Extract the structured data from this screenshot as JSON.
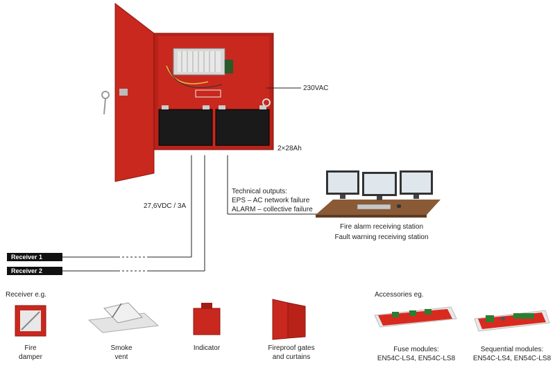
{
  "labels": {
    "power_in": "230VAC",
    "battery": "2×28Ah",
    "output_voltage": "27,6VDC / 3A",
    "tech_outputs": [
      "Technical outputs:",
      "EPS – AC network failure",
      "ALARM – collective failure"
    ],
    "station": [
      "Fire alarm receiving station",
      "Fault warning receiving station"
    ]
  },
  "receivers": [
    "Receiver 1",
    "Receiver 2"
  ],
  "receiver_examples": {
    "heading": "Receiver e.g.",
    "items": [
      {
        "caption": [
          "Fire",
          "damper"
        ],
        "icon": "fire-damper-icon"
      },
      {
        "caption": [
          "Smoke",
          "vent"
        ],
        "icon": "smoke-vent-icon"
      },
      {
        "caption": [
          "Indicator"
        ],
        "icon": "indicator-icon"
      },
      {
        "caption": [
          "Fireproof gates",
          "and curtains"
        ],
        "icon": "fireproof-gates-icon"
      }
    ]
  },
  "accessories": {
    "heading": "Accessories eg.",
    "items": [
      {
        "caption": [
          "Fuse modules:",
          "EN54C-LS4, EN54C-LS8"
        ],
        "icon": "fuse-module-icon"
      },
      {
        "caption": [
          "Sequential modules:",
          "EN54C-LS4, EN54C-LS8"
        ],
        "icon": "sequential-module-icon"
      }
    ]
  },
  "colors": {
    "cabinet_red": "#c8281e",
    "cabinet_dark": "#9c1a12",
    "desk": "#8a5a36"
  }
}
